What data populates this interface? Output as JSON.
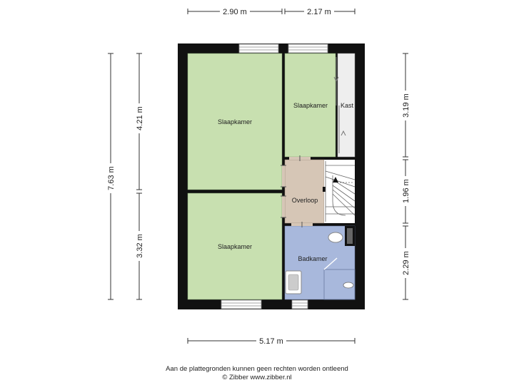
{
  "rooms": {
    "bedroom_top_left": "Slaapkamer",
    "bedroom_top_right": "Slaapkamer",
    "closet": "Kast",
    "landing": "Overloop",
    "bedroom_bottom": "Slaapkamer",
    "bathroom": "Badkamer"
  },
  "dimensions": {
    "top_left_width": "2.90 m",
    "top_right_width": "2.17 m",
    "total_width": "5.17 m",
    "total_depth": "7.63 m",
    "left_upper_depth": "4.21 m",
    "left_lower_depth": "3.32 m",
    "right_upper_depth": "3.19 m",
    "right_middle_depth": "1.96 m",
    "right_lower_depth": "2.29 m"
  },
  "footer": {
    "disclaimer": "Aan de plattegronden kunnen geen rechten worden ontleend",
    "copyright": "© Zibber www.zibber.nl"
  },
  "colors": {
    "wall": "#111111",
    "bedroom": "#c8e0b0",
    "landing": "#d6c6b6",
    "bathroom": "#a8b8dc",
    "closet": "#eeeeee"
  }
}
